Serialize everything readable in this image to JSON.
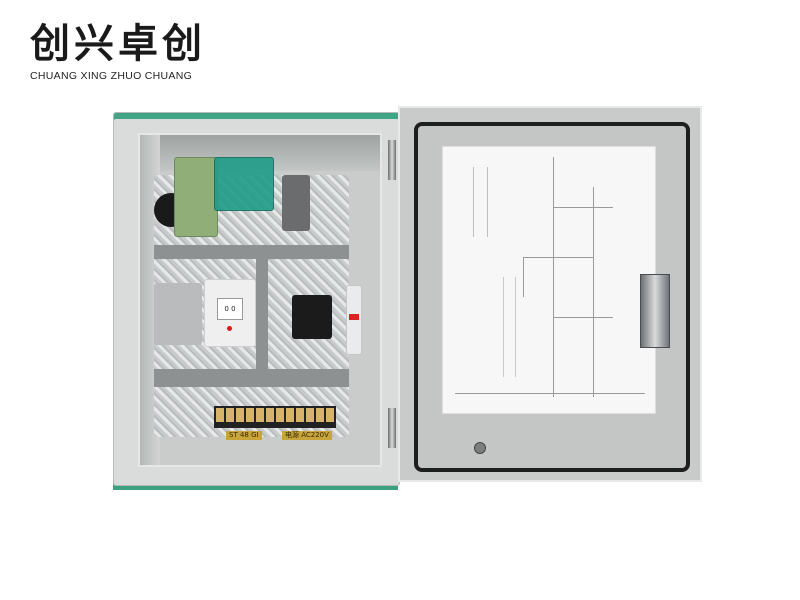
{
  "logo": {
    "chinese": "创兴卓创",
    "english": "CHUANG XING ZHUO CHUANG",
    "accent_color": "#d81e1e"
  },
  "product": {
    "subject": "Electrical control box with open door",
    "cabinet_color": "#d9dcdb",
    "trim_color": "#3da07f",
    "components": [
      "transformer",
      "green-relay",
      "small-relay",
      "power-supply",
      "controller",
      "contactor",
      "circuit-breaker",
      "terminal-blocks"
    ],
    "controller_display": "0 0",
    "terminal_labels": [
      "ST 48 GI",
      "电源 AC220V"
    ]
  },
  "door": {
    "document": "wiring diagram sheet"
  }
}
